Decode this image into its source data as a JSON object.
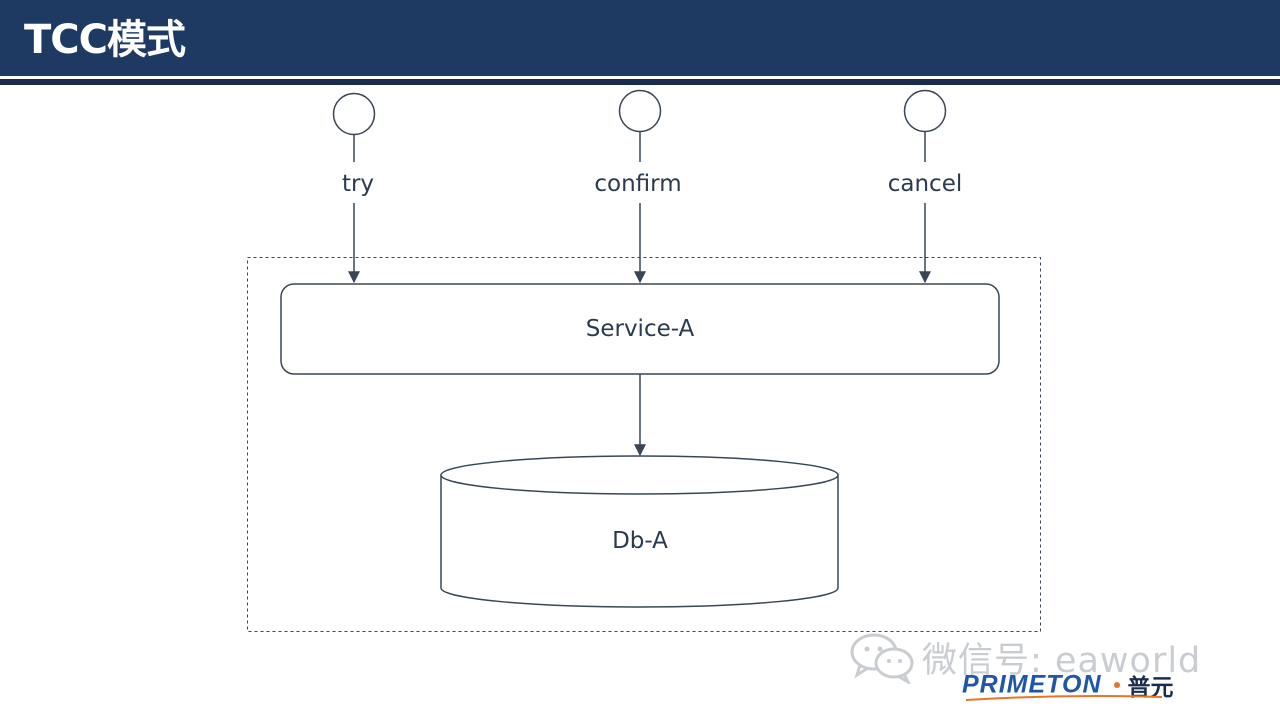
{
  "header": {
    "title": "TCC模式"
  },
  "diagram": {
    "operations": [
      {
        "id": "try",
        "label": "try"
      },
      {
        "id": "confirm",
        "label": "confirm"
      },
      {
        "id": "cancel",
        "label": "cancel"
      }
    ],
    "service": {
      "label": "Service-A"
    },
    "database": {
      "label": "Db-A"
    }
  },
  "watermark": {
    "text": "微信号: eaworld",
    "icon": "wechat-icon"
  },
  "logo": {
    "brand": "PRIMETON",
    "brand_cn": "普元"
  },
  "colors": {
    "header_bg": "#1e3a63",
    "line": "#3a4656",
    "text": "#2a3a4f",
    "brand_blue": "#1f56a8",
    "brand_orange": "#e8742a",
    "watermark": "#c9ccd1"
  }
}
